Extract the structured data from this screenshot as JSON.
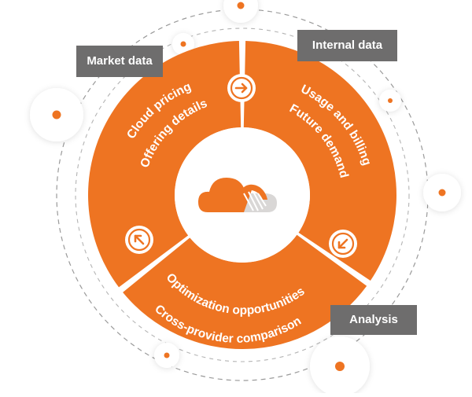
{
  "colors": {
    "accent": "#ee7422",
    "label_bg": "#6e6d6d",
    "label_text": "#ffffff",
    "cloud_light": "#d9d7d6"
  },
  "labels": {
    "market": "Market data",
    "internal": "Internal data",
    "analysis": "Analysis"
  },
  "segments": {
    "left": {
      "line1": "Cloud pricing",
      "line2": "Offering details"
    },
    "right": {
      "line1": "Usage and billing",
      "line2": "Future demand"
    },
    "bottom": {
      "line1": "Optimization opportunities",
      "line2": "Cross-provider comparison"
    }
  },
  "icons": {
    "top": "arrow-right-icon",
    "right": "arrow-down-left-icon",
    "left": "arrow-up-left-icon",
    "center": "cloud-icon"
  }
}
